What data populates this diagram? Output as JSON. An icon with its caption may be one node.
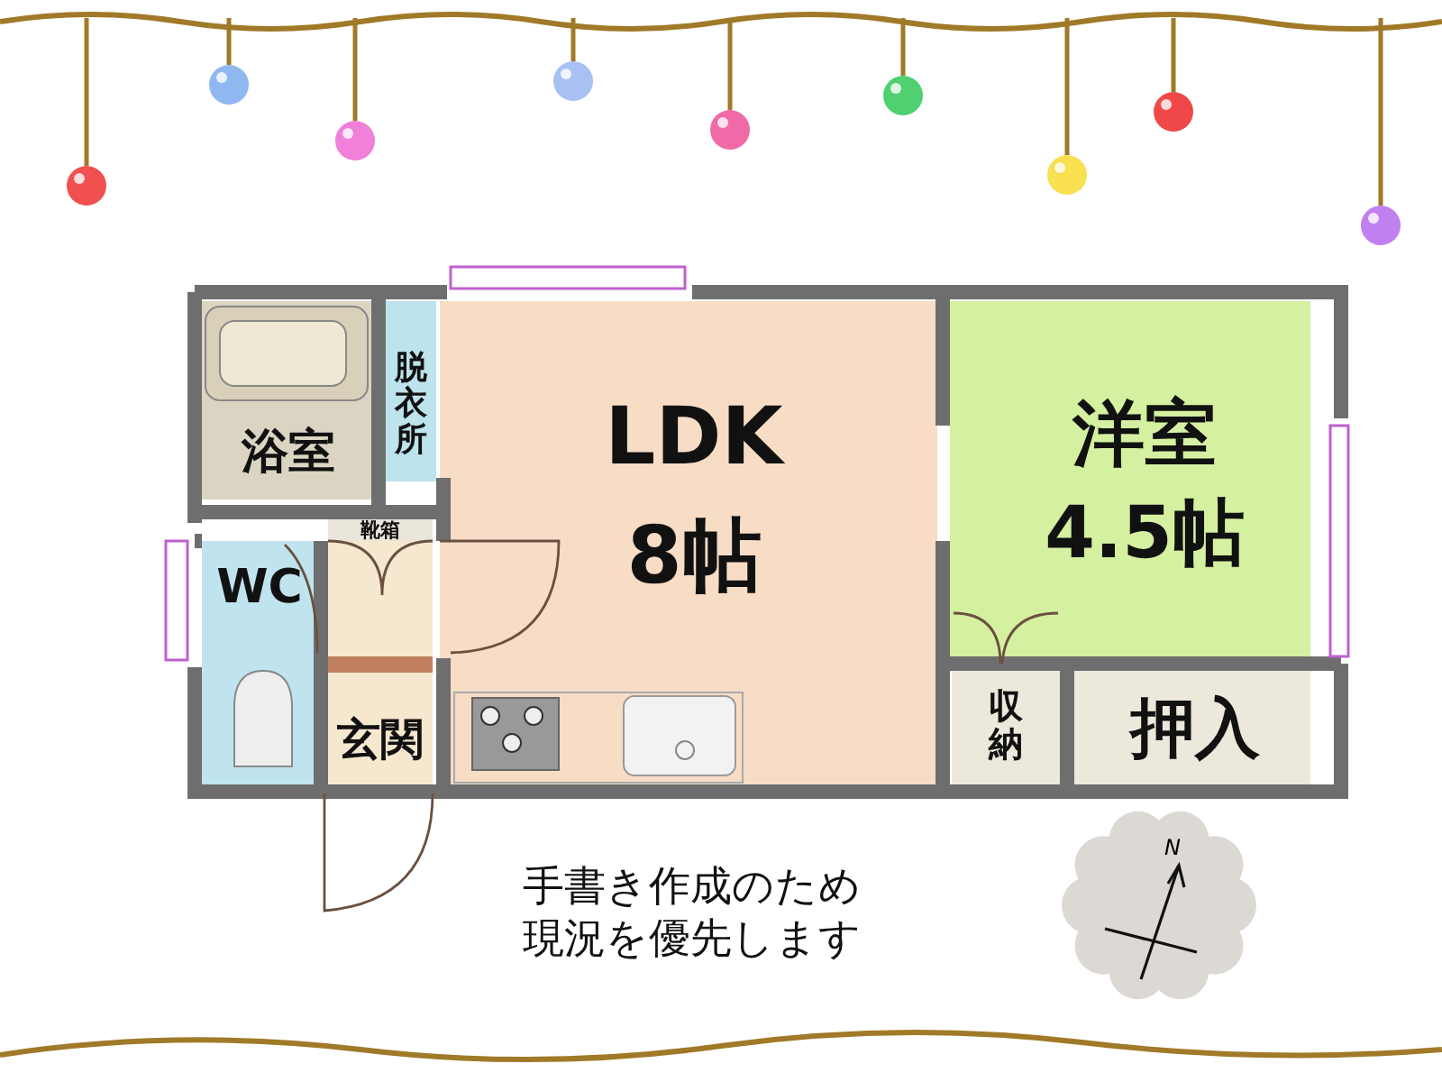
{
  "diagram": {
    "nodes": [
      {
        "text": [
          "浴室"
        ]
      },
      {
        "text": [
          "脱衣所"
        ]
      },
      {
        "text": [
          "LDK",
          "8帖"
        ]
      },
      {
        "text": [
          "靴箱"
        ]
      },
      {
        "text": [
          "WC"
        ]
      },
      {
        "text": [
          "玄関"
        ]
      },
      {
        "text": [
          "洋室",
          "4.5帖"
        ]
      },
      {
        "text": [
          "収納"
        ]
      },
      {
        "text": [
          "押入"
        ]
      }
    ],
    "edges": [],
    "labels": [
      "手書き作成のため現況を優先します",
      "N"
    ]
  }
}
